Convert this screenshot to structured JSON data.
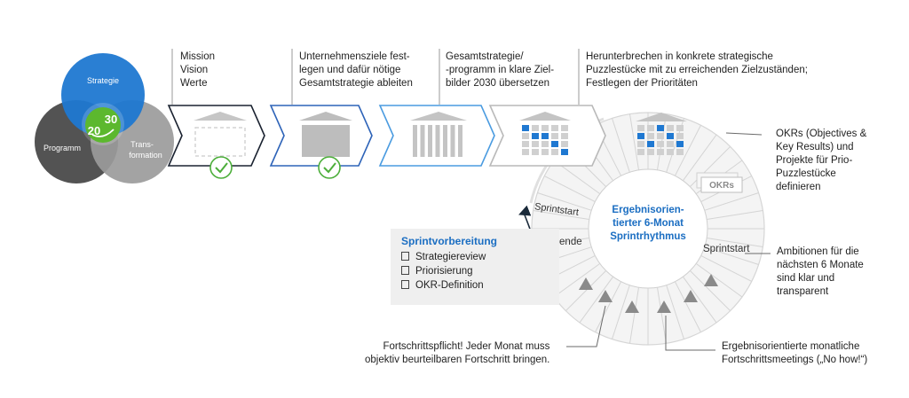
{
  "venn": {
    "strategie": "Strategie",
    "programm": "Programm",
    "transformation_1": "Trans-",
    "transformation_2": "formation",
    "badge_top": "30",
    "badge_bottom": "20",
    "colors": {
      "strategie": "#1f78d1",
      "programm": "#4f4f4f",
      "transformation": "#9a9a9a",
      "badge": "#5cb82e"
    }
  },
  "steps": [
    {
      "lines": [
        "Mission",
        "Vision",
        "Werte"
      ],
      "checked": true
    },
    {
      "lines": [
        "Unternehmensziele fest-",
        "legen und dafür nötige",
        "Gesamtstrategie ableiten"
      ],
      "checked": true
    },
    {
      "lines": [
        "Gesamtstrategie/",
        "-programm in klare Ziel-",
        "bilder 2030 übersetzen"
      ],
      "checked": false
    },
    {
      "lines": [
        "Herunterbrechen in konkrete strategische",
        "Puzzlestücke mit zu erreichenden Zielzuständen;",
        "Festlegen der Prioritäten"
      ],
      "checked": false
    }
  ],
  "cycle": {
    "center_1": "Ergebnisorien-",
    "center_2": "tierter 6-Monat",
    "center_3": "Sprintrhythmus",
    "sprintstart_top": "Sprintstart",
    "sprintende": "Sprintende",
    "sprintstart_right": "Sprintstart",
    "okrs_badge": "OKRs"
  },
  "okr_note": [
    "OKRs (Objectives &",
    "Key Results) und",
    "Projekte für Prio-",
    "Puzzlestücke",
    "definieren"
  ],
  "ambition_note": [
    "Ambitionen für die",
    "nächsten 6 Monate",
    "sind klar und",
    "transparent"
  ],
  "progress_note": [
    "Fortschrittspflicht! Jeder Monat muss",
    "objektiv beurteilbaren Fortschritt bringen."
  ],
  "meetings_note": [
    "Ergebnisorientierte monatliche",
    "Fortschrittsmeetings („No how!“)"
  ],
  "sprint_prep": {
    "title": "Sprintvorbereitung",
    "items": [
      "Strategiereview",
      "Priorisierung",
      "OKR-Definition"
    ]
  }
}
